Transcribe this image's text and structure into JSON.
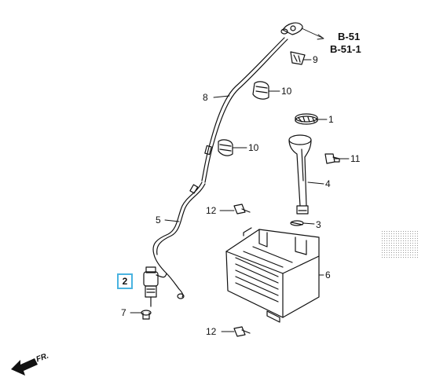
{
  "diagram": {
    "references": [
      "B-51",
      "B-51-1"
    ],
    "highlighted_part": "2",
    "direction_label": "FR.",
    "callouts": {
      "c1": "1",
      "c3": "3",
      "c4": "4",
      "c5": "5",
      "c6": "6",
      "c7": "7",
      "c8": "8",
      "c9": "9",
      "c10a": "10",
      "c10b": "10",
      "c11": "11",
      "c12a": "12",
      "c12b": "12"
    }
  }
}
